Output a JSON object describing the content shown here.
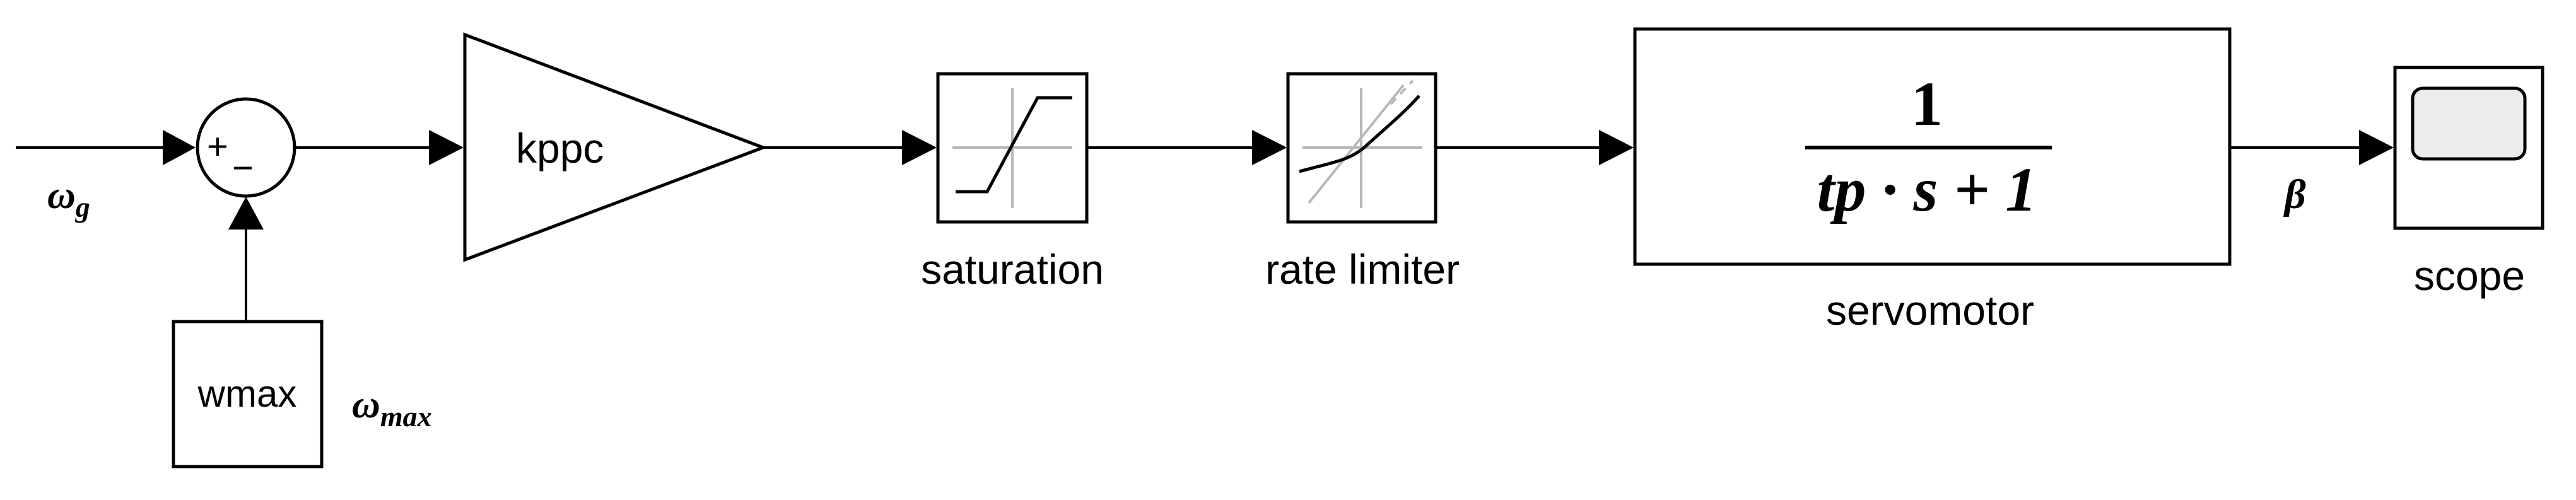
{
  "colors": {
    "line": "#000000",
    "background": "#ffffff",
    "grid": "#b8b8b8",
    "scope_screen": "#ececec"
  },
  "signals": {
    "input": "ω",
    "input_sub": "g",
    "max": "ω",
    "max_sub": "max",
    "output": "β"
  },
  "blocks": {
    "sum": {
      "plus": "+",
      "minus": "−"
    },
    "gain": {
      "label": "kppc"
    },
    "constant": {
      "label": "wmax"
    },
    "saturation": {
      "label": "saturation"
    },
    "rate_limiter": {
      "label": "rate limiter"
    },
    "servomotor": {
      "label": "servomotor",
      "numerator": "1",
      "denominator": "tp · s + 1"
    },
    "scope": {
      "label": "scope"
    }
  },
  "icons": [
    "saturation-icon",
    "rate-limiter-icon",
    "scope-icon"
  ]
}
